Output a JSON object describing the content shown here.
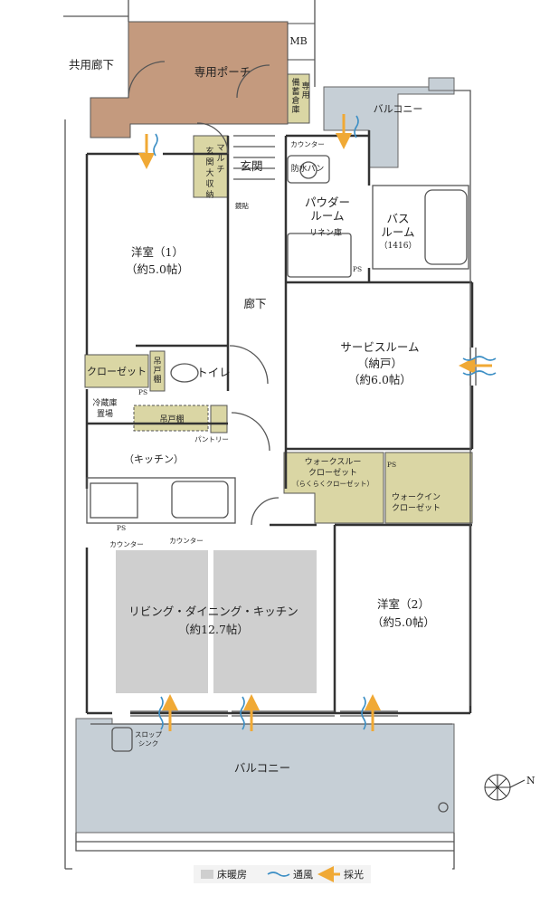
{
  "labels": {
    "mb": "MB",
    "common_corridor": "共用廊下",
    "private_porch": "専用ポーチ",
    "storage": "備蓄倉庫",
    "private": "専用",
    "balcony_top": "バルコニー",
    "genkan_storage": "玄関大収納",
    "multi": "マルチ",
    "genkan": "玄関",
    "counter_small": "カウンター",
    "waterproof_pan": "防水パン",
    "powder_room_1": "パウダー",
    "powder_room_2": "ルーム",
    "bath_1": "バス",
    "bath_2": "ルーム",
    "bath_3": "（1416）",
    "linen": "リネン庫",
    "kyokutsuki": "鏡貼",
    "western1_name": "洋室（1）",
    "western1_size": "（約5.0帖）",
    "corridor": "廊下",
    "service_room_1": "サービスルーム",
    "service_room_2": "（納戸）",
    "service_room_3": "（約6.0帖）",
    "closet": "クローゼット",
    "hanging_shelf_v": "吊戸棚",
    "toilet": "トイレ",
    "ps": "PS",
    "fridge_1": "冷蔵庫",
    "fridge_2": "置場",
    "hanging_shelf": "吊戸棚",
    "pantry": "パントリー",
    "kitchen": "（キッチン）",
    "wtc_1": "ウォークスルー",
    "wtc_2": "クローゼット",
    "wtc_3": "（らくらくクローゼット）",
    "wic_1": "ウォークイン",
    "wic_2": "クローゼット",
    "counter_left": "カウンター",
    "counter_right": "カウンター",
    "ldk_name": "リビング・ダイニング・キッチン",
    "ldk_size": "（約12.7帖）",
    "western2_name": "洋室（2）",
    "western2_size": "（約5.0帖）",
    "slop_sink_1": "スロップ",
    "slop_sink_2": "シンク",
    "balcony_bottom": "バルコニー",
    "north": "N"
  },
  "legend": {
    "floor_heating": "床暖房",
    "ventilation": "通風",
    "daylight": "採光"
  },
  "colors": {
    "porch": "#c49a7e",
    "storage": "#dad6a4",
    "balcony": "#c6cfd6",
    "floor_heating": "#cfcfcf",
    "arrow": "#f0a935",
    "wind": "#3d8fc5",
    "wall": "#333333"
  }
}
